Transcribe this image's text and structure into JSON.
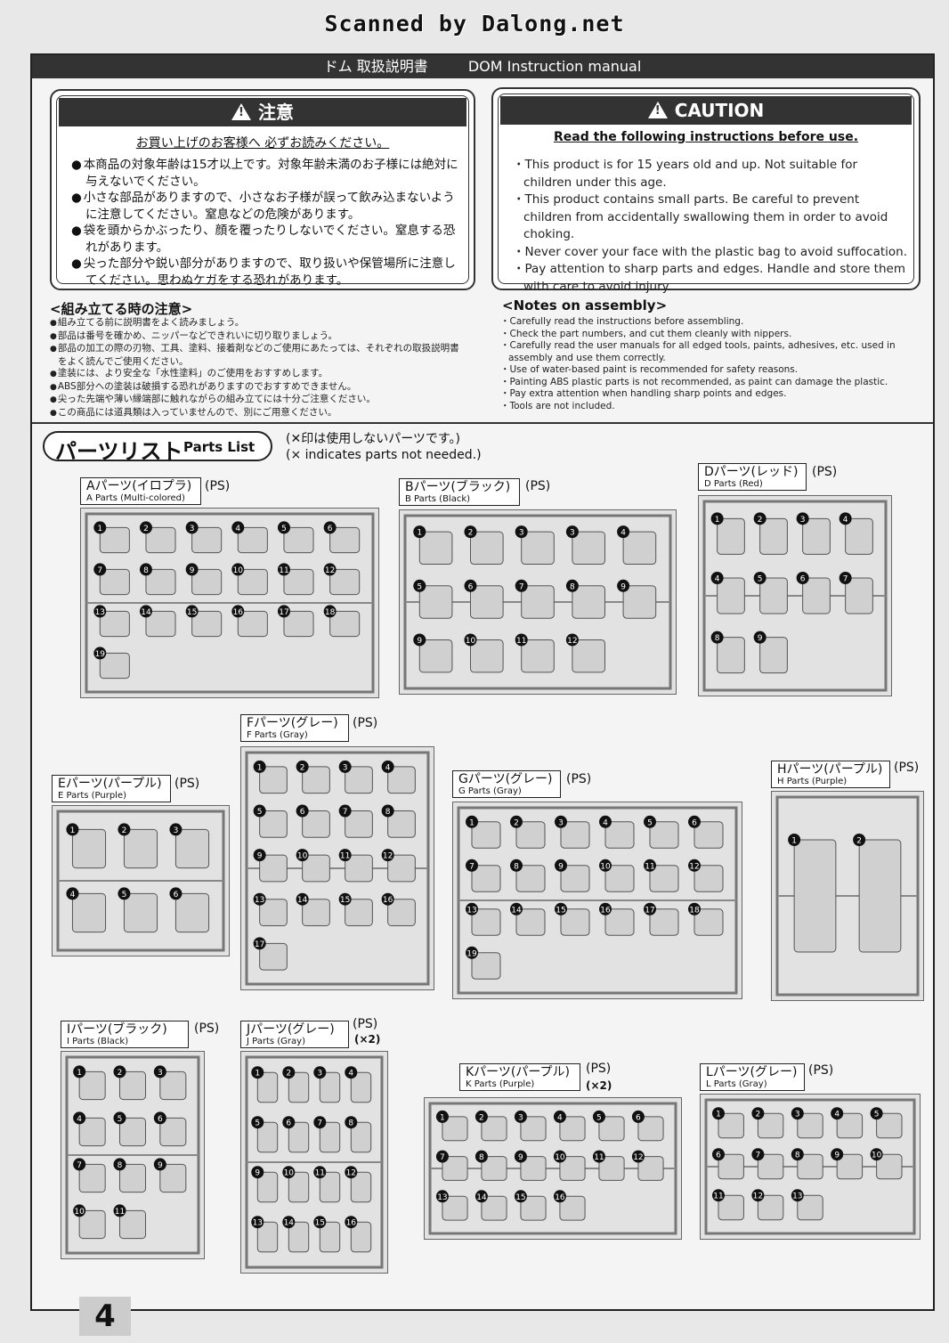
{
  "scan_credit": "Scanned by Dalong.net",
  "header": {
    "title_jp": "ドム 取扱説明書",
    "title_en": "DOM Instruction manual"
  },
  "caution_jp": {
    "title": "注意",
    "subtitle": "お買い上げのお客様へ 必ずお読みください。",
    "items": [
      "本商品の対象年齢は15才以上です。対象年齢未満のお子様には絶対に与えないでください。",
      "小さな部品がありますので、小さなお子様が誤って飲み込まないように注意してください。窒息などの危険があります。",
      "袋を頭からかぶったり、顔を覆ったりしないでください。窒息する恐れがあります。",
      "尖った部分や鋭い部分がありますので、取り扱いや保管場所に注意してください。思わぬケガをする恐れがあります。"
    ]
  },
  "caution_en": {
    "title": "CAUTION",
    "subtitle": "Read the following instructions before use.",
    "items": [
      "This product is for 15 years old and up. Not suitable for children under this age.",
      "This product contains small parts. Be careful to prevent children from accidentally swallowing them in order to avoid choking.",
      "Never cover your face with the plastic bag to avoid suffocation.",
      "Pay attention to sharp parts and edges. Handle and store them with care to avoid injury."
    ]
  },
  "notes_jp": {
    "title": "<組み立てる時の注意>",
    "items": [
      "組み立てる前に説明書をよく読みましょう。",
      "部品は番号を確かめ、ニッパーなどできれいに切り取りましょう。",
      "部品の加工の際の刃物、工具、塗料、接着剤などのご使用にあたっては、それぞれの取扱説明書をよく読んでご使用ください。",
      "塗装には、より安全な「水性塗料」のご使用をおすすめします。",
      "ABS部分への塗装は破損する恐れがありますのでおすすめできません。",
      "尖った先端や薄い縁端部に触れながらの組み立てには十分ご注意ください。",
      "この商品には道具類は入っていませんので、別にご用意ください。"
    ]
  },
  "notes_en": {
    "title": "<Notes on assembly>",
    "items": [
      "Carefully read the instructions before assembling.",
      "Check the part numbers, and cut them cleanly with nippers.",
      "Carefully read the user manuals for all edged tools, paints, adhesives, etc. used in assembly and use them correctly.",
      "Use of water-based paint is recommended for safety reasons.",
      "Painting ABS plastic parts is not recommended, as paint can damage the plastic.",
      "Pay extra attention when handling sharp points and edges.",
      "Tools are not included."
    ]
  },
  "parts_list": {
    "title_jp": "パーツリスト",
    "title_en": "Parts List",
    "note_jp": "(✕印は使用しないパーツです。)",
    "note_en": "(× indicates parts not needed.)",
    "material": "(PS)",
    "runners": [
      {
        "id": "A",
        "jp": "Aパーツ(イロプラ)",
        "en": "A Parts (Multi-colored)",
        "mult": "",
        "numbers": [
          "1",
          "2",
          "3",
          "4",
          "5",
          "6",
          "7",
          "8",
          "9",
          "10",
          "11",
          "12",
          "13",
          "14",
          "15",
          "16",
          "17",
          "18",
          "19"
        ]
      },
      {
        "id": "B",
        "jp": "Bパーツ(ブラック)",
        "en": "B Parts (Black)",
        "mult": "",
        "numbers": [
          "1",
          "2",
          "3",
          "3",
          "4",
          "5",
          "6",
          "7",
          "8",
          "9",
          "9",
          "10",
          "11",
          "12"
        ]
      },
      {
        "id": "D",
        "jp": "Dパーツ(レッド)",
        "en": "D Parts (Red)",
        "mult": "",
        "numbers": [
          "1",
          "2",
          "3",
          "4",
          "4",
          "5",
          "6",
          "7",
          "8",
          "9"
        ]
      },
      {
        "id": "E",
        "jp": "Eパーツ(パープル)",
        "en": "E Parts (Purple)",
        "mult": "",
        "numbers": [
          "1",
          "2",
          "3",
          "4",
          "5",
          "6"
        ]
      },
      {
        "id": "F",
        "jp": "Fパーツ(グレー)",
        "en": "F Parts (Gray)",
        "mult": "",
        "numbers": [
          "1",
          "2",
          "3",
          "4",
          "5",
          "6",
          "7",
          "8",
          "9",
          "10",
          "11",
          "12",
          "13",
          "14",
          "15",
          "16",
          "17"
        ]
      },
      {
        "id": "G",
        "jp": "Gパーツ(グレー)",
        "en": "G Parts (Gray)",
        "mult": "",
        "numbers": [
          "1",
          "2",
          "3",
          "4",
          "5",
          "6",
          "7",
          "8",
          "9",
          "10",
          "11",
          "12",
          "13",
          "14",
          "15",
          "16",
          "17",
          "18",
          "19"
        ]
      },
      {
        "id": "H",
        "jp": "Hパーツ(パープル)",
        "en": "H Parts (Purple)",
        "mult": "",
        "numbers": [
          "1",
          "2"
        ]
      },
      {
        "id": "I",
        "jp": "Iパーツ(ブラック)",
        "en": "I Parts (Black)",
        "mult": "",
        "numbers": [
          "1",
          "2",
          "3",
          "4",
          "5",
          "6",
          "7",
          "8",
          "9",
          "10",
          "11"
        ]
      },
      {
        "id": "J",
        "jp": "Jパーツ(グレー)",
        "en": "J Parts (Gray)",
        "mult": "(×2)",
        "numbers": [
          "1",
          "2",
          "3",
          "4",
          "5",
          "6",
          "7",
          "8",
          "9",
          "10",
          "11",
          "12",
          "13",
          "14",
          "15",
          "16"
        ]
      },
      {
        "id": "K",
        "jp": "Kパーツ(パープル)",
        "en": "K Parts (Purple)",
        "mult": "(×2)",
        "numbers": [
          "1",
          "2",
          "3",
          "4",
          "5",
          "6",
          "7",
          "8",
          "9",
          "10",
          "11",
          "12",
          "13",
          "14",
          "15",
          "16"
        ]
      },
      {
        "id": "L",
        "jp": "Lパーツ(グレー)",
        "en": "L Parts (Gray)",
        "mult": "",
        "numbers": [
          "1",
          "2",
          "3",
          "4",
          "5",
          "6",
          "7",
          "8",
          "9",
          "10",
          "11",
          "12",
          "13"
        ]
      }
    ]
  },
  "page_number": "4"
}
